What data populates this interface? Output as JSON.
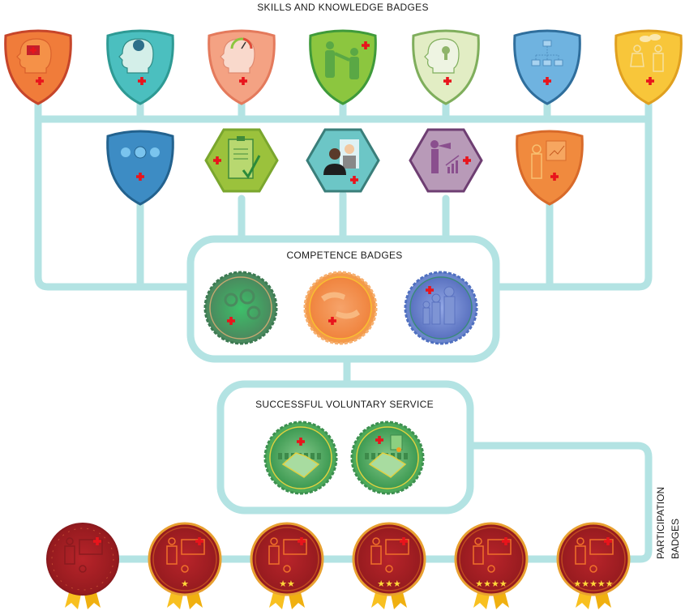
{
  "diagram": {
    "connector_color": "#b3e3e3",
    "sections": {
      "skills": {
        "title": "SKILLS AND KNOWLEDGE BADGES",
        "top_row": [
          {
            "name": "first-aid-knowledge",
            "shape": "shield",
            "color": "#f07c3a",
            "icon": "head-first-aid-kit-icon"
          },
          {
            "name": "historical-figure-knowledge",
            "shape": "shield",
            "color": "#4bbfbf",
            "icon": "head-portrait-icon"
          },
          {
            "name": "stress-gauge",
            "shape": "shield",
            "color": "#f4a283",
            "icon": "head-gauge-icon"
          },
          {
            "name": "helping-climb",
            "shape": "shield",
            "color": "#8cc63f",
            "icon": "helping-hand-climb-icon"
          },
          {
            "name": "mind-knowledge",
            "shape": "shield",
            "color": "#d8e8b8",
            "icon": "head-lightbulb-icon"
          },
          {
            "name": "organization-structure",
            "shape": "shield",
            "color": "#6fb3e0",
            "icon": "org-chart-icon"
          },
          {
            "name": "conversation",
            "shape": "shield",
            "color": "#f8c63a",
            "icon": "people-speech-icon"
          }
        ],
        "second_row": [
          {
            "name": "communication",
            "shape": "shield",
            "color": "#3d8cc4",
            "icon": "heads-communication-icon"
          },
          {
            "name": "agreement",
            "shape": "hexagon",
            "color": "#9bc23c",
            "icon": "clipboard-check-icon"
          },
          {
            "name": "interview",
            "shape": "hexagon",
            "color": "#6cc6c6",
            "icon": "people-meeting-icon"
          },
          {
            "name": "vision-growth",
            "shape": "hexagon",
            "color": "#a57aa8",
            "icon": "telescope-chart-icon"
          },
          {
            "name": "presentation",
            "shape": "shield",
            "color": "#f08a3e",
            "icon": "presenter-board-icon"
          }
        ]
      },
      "competence": {
        "title": "COMPETENCE BADGES",
        "badges": [
          {
            "name": "teamwork-gears",
            "color": "#4a9a64",
            "icon": "gears-icon"
          },
          {
            "name": "helping-hands",
            "color": "#f49a4a",
            "icon": "hands-icon"
          },
          {
            "name": "group-people",
            "color": "#6b86cc",
            "icon": "people-group-icon"
          }
        ]
      },
      "service": {
        "title": "SUCCESSFUL VOLUNTARY SERVICE",
        "badges": [
          {
            "name": "handshake-community",
            "color": "#4caa5a",
            "icon": "handshake-icon"
          },
          {
            "name": "handshake-certificate",
            "color": "#4caa5a",
            "icon": "handshake-certificate-icon"
          }
        ]
      },
      "participation": {
        "title_line1": "PARTICIPATION",
        "title_line2": "BADGES",
        "badges": [
          {
            "name": "participation-0",
            "stars": 0,
            "color": "#a81e22"
          },
          {
            "name": "participation-1",
            "stars": 1,
            "color": "#a81e22"
          },
          {
            "name": "participation-2",
            "stars": 2,
            "color": "#a81e22"
          },
          {
            "name": "participation-3",
            "stars": 3,
            "color": "#a81e22"
          },
          {
            "name": "participation-4",
            "stars": 4,
            "color": "#a81e22"
          },
          {
            "name": "participation-5",
            "stars": 5,
            "color": "#a81e22"
          }
        ]
      }
    }
  }
}
